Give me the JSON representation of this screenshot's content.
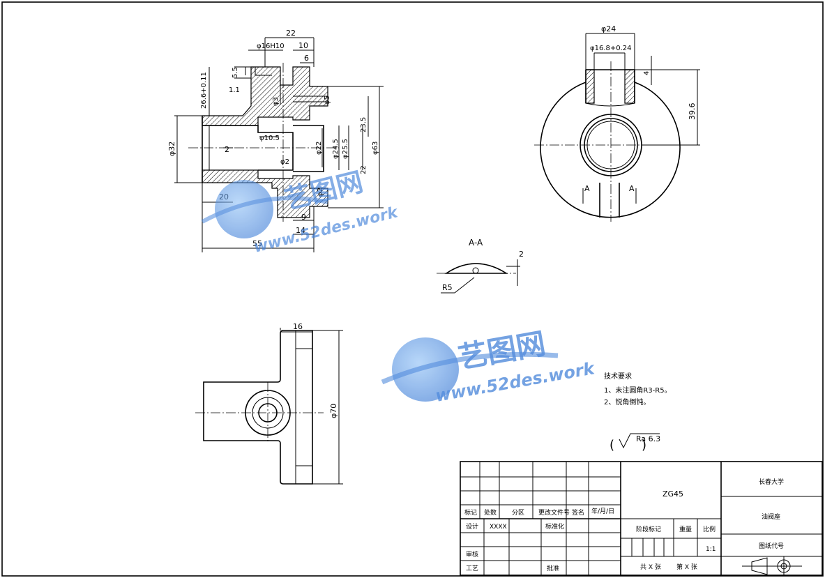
{
  "views": {
    "front": {
      "dims": [
        "22",
        "φ16H10",
        "10",
        "6",
        "5.5",
        "1.1",
        "26.6+0.11",
        "φ3",
        "φ5",
        "φ32",
        "2",
        "φ10.5",
        "φ22",
        "φ24.5",
        "φ25.5",
        "23.5",
        "22",
        "φ63",
        "φ2",
        "φ2",
        "20",
        "9",
        "14",
        "55"
      ]
    },
    "side": {
      "dims": [
        "φ24",
        "φ16.8+0.24",
        "4",
        "39.6"
      ],
      "section_marks": [
        "A",
        "A"
      ]
    },
    "section": {
      "title": "A-A",
      "dims": [
        "2",
        "R5"
      ]
    },
    "top": {
      "dims": [
        "16",
        "φ70"
      ]
    }
  },
  "notes": {
    "heading": "技术要求",
    "items": [
      "1、未注圆角R3-R5。",
      "2、锐角倒钝。"
    ],
    "roughness": "Ra 6.3"
  },
  "title_block": {
    "material": "ZG45",
    "school": "长春大学",
    "part_name": "油阀座",
    "drawing_no_label": "图纸代号",
    "header_row": [
      "标记",
      "处数",
      "分区",
      "更改文件号",
      "签名",
      "年/月/日"
    ],
    "designer_label": "设计",
    "designer": "XXXX",
    "standard_label": "标准化",
    "review_label": "审核",
    "process_label": "工艺",
    "approve_label": "批准",
    "stage_label": "阶段标记",
    "weight_label": "重量",
    "scale_label": "比例",
    "scale": "1:1",
    "sheets": "共 X 张",
    "sheet_no": "第 X 张"
  },
  "watermark": {
    "brand": "艺图网",
    "url": "www.52des.work"
  },
  "colors": {
    "line": "#000000",
    "watermark": "#3f7fd8"
  }
}
